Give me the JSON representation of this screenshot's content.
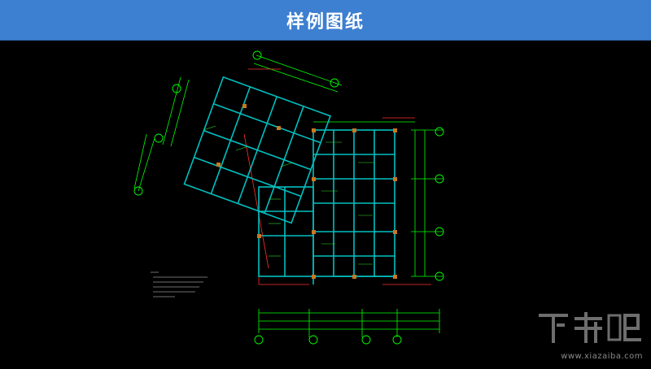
{
  "header": {
    "title": "样例图纸"
  },
  "drawing": {
    "description_icon": "cad-floor-plan",
    "colors": {
      "background": "#000000",
      "grid_lines": "#00c0c0",
      "dimension_lines": "#00ff00",
      "axis_circles": "#00ff00",
      "red_lines": "#ff3030",
      "notes": "#ffffff"
    }
  },
  "watermark": {
    "url": "www.xiazaiba.com",
    "brand_color": "#7a7a7a"
  },
  "theme": {
    "header_bg": "#3d7fd0",
    "header_text": "#ffffff"
  }
}
